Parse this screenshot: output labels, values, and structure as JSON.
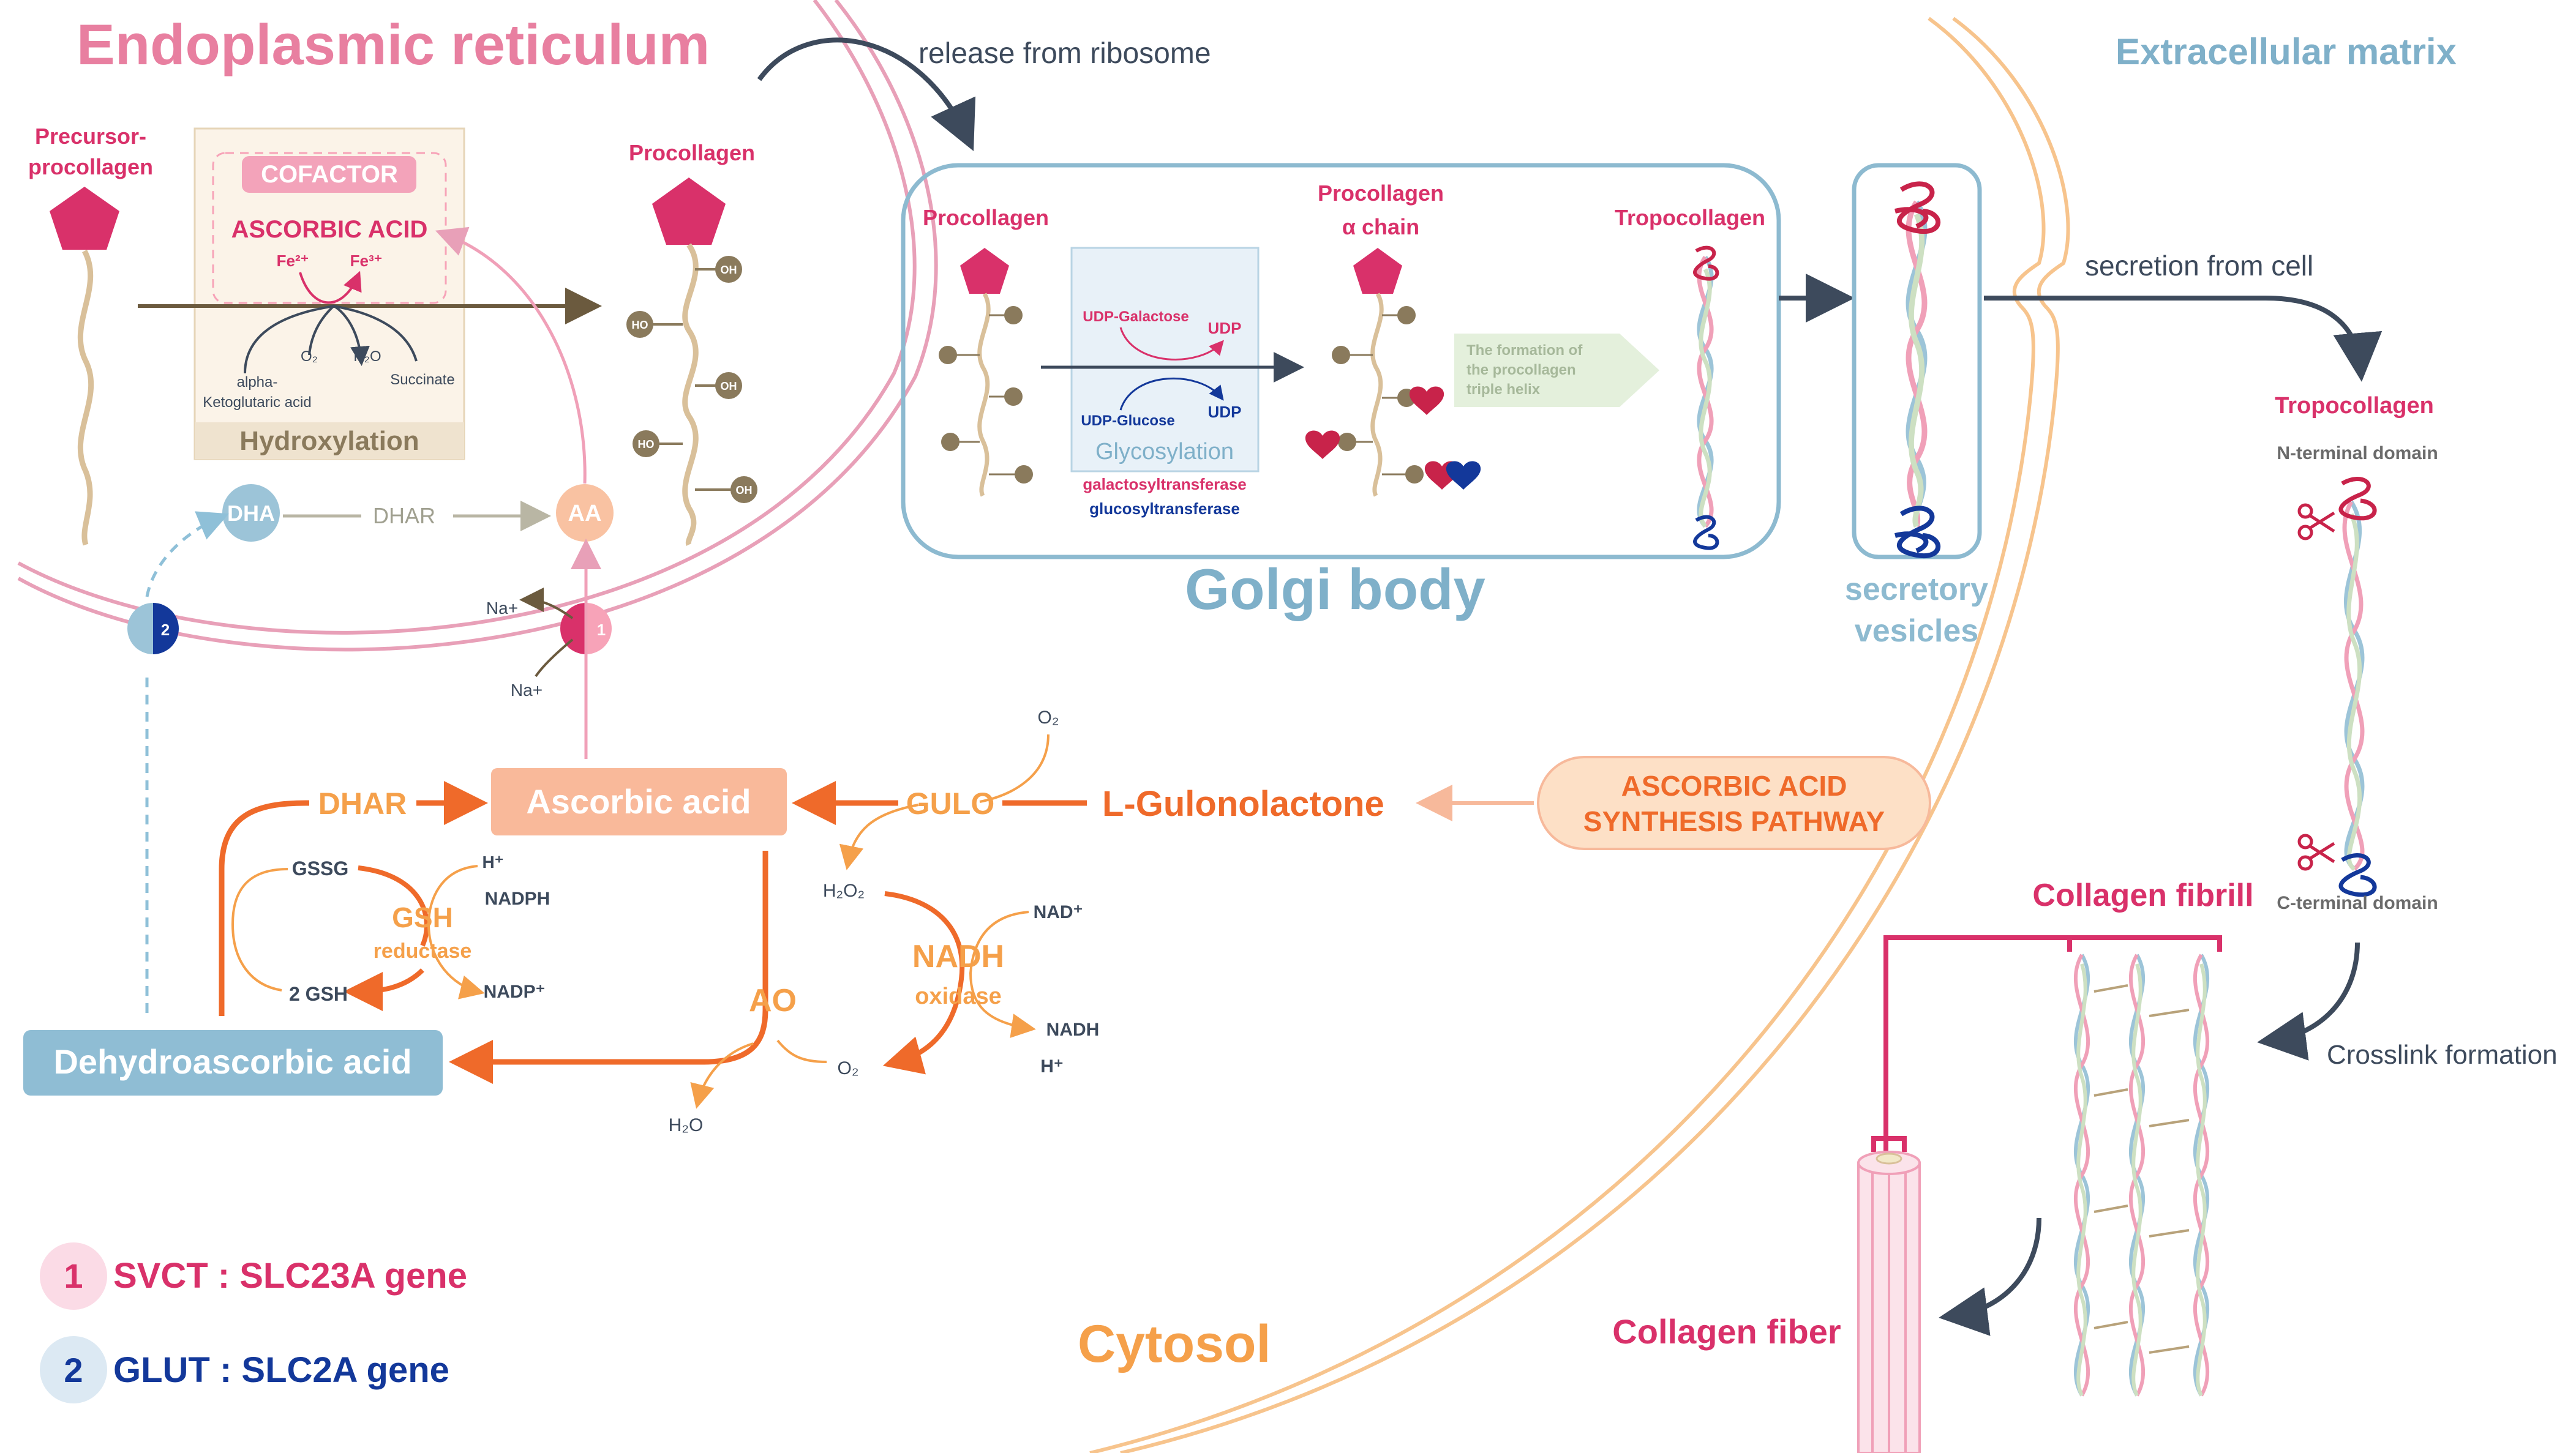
{
  "regions": {
    "er": "Endoplasmic reticulum",
    "ecm": "Extracellular matrix",
    "golgi": "Golgi body",
    "cytosol": "Cytosol",
    "vesicles_line1": "secretory",
    "vesicles_line2": "vesicles"
  },
  "er_panel": {
    "precursor_line1": "Precursor-",
    "precursor_line2": "procollagen",
    "cofactor": "COFACTOR",
    "ascorbic_acid": "ASCORBIC ACID",
    "fe2": "Fe²⁺",
    "fe3": "Fe³⁺",
    "o2": "O₂",
    "h2o": "H₂O",
    "alpha_line1": "alpha-",
    "alpha_line2": "Ketoglutaric acid",
    "succinate": "Succinate",
    "hydroxylation": "Hydroxylation",
    "procollagen": "Procollagen",
    "oh": "OH",
    "ho": "HO",
    "dha": "DHA",
    "dhar": "DHAR",
    "aa": "AA",
    "na_top": "Na+",
    "na_bottom": "Na+",
    "t1": "1",
    "t2": "2"
  },
  "golgi_panel": {
    "release": "release from ribosome",
    "procollagen": "Procollagen",
    "alpha_line1": "Procollagen",
    "alpha_line2": "α chain",
    "tropocollagen": "Tropocollagen",
    "udp_galactose": "UDP-Galactose",
    "udp_glucose": "UDP-Glucose",
    "udp_top": "UDP",
    "udp_bottom": "UDP",
    "glycosylation": "Glycosylation",
    "galactosyltransferase": "galactosyltransferase",
    "glucosyltransferase": "glucosyltransferase",
    "formation_line1": "The formation of",
    "formation_line2": "the procollagen",
    "formation_line3": "triple helix"
  },
  "ecm_panel": {
    "secretion": "secretion from cell",
    "tropocollagen": "Tropocollagen",
    "n_terminal": "N-terminal domain",
    "c_terminal": "C-terminal domain",
    "crosslink": "Crosslink formation",
    "fibril": "Collagen fibrill",
    "fiber": "Collagen fiber"
  },
  "cytosol_panel": {
    "ascorbic_acid": "Ascorbic acid",
    "dhar": "DHAR",
    "gulo": "GULO",
    "gulonolactone": "L-Gulonolactone",
    "synthesis_line1": "ASCORBIC ACID",
    "synthesis_line2": "SYNTHESIS PATHWAY",
    "gssg": "GSSG",
    "two_gsh": "2 GSH",
    "gsh": "GSH",
    "reductase": "reductase",
    "h_plus": "H⁺",
    "nadph": "NADPH",
    "nadp": "NADP⁺",
    "dehydroascorbic": "Dehydroascorbic acid",
    "ao": "AO",
    "h2o2": "H₂O₂",
    "o2_top": "O₂",
    "o2_mid": "O₂",
    "h2o": "H₂O",
    "nadh": "NADH",
    "oxidase": "oxidase",
    "nad": "NAD⁺",
    "nadh_right": "NADH",
    "h_plus_right": "H⁺"
  },
  "legend": {
    "num1": "1",
    "label1": "SVCT : SLC23A gene",
    "num2": "2",
    "label2": "GLUT : SLC2A gene"
  },
  "colors": {
    "er_pink": "#e8a0b8",
    "er_title": "#e87fa0",
    "magenta": "#d9316a",
    "blue_gray": "#7fb0c9",
    "orange": "#ef6a2a",
    "orange_light": "#f5a04a",
    "peach": "#f7b99b",
    "navy": "#13389a",
    "dark": "#3d4a5c",
    "olive": "#7a6a4e",
    "ecm_orange": "#f7c48d"
  }
}
